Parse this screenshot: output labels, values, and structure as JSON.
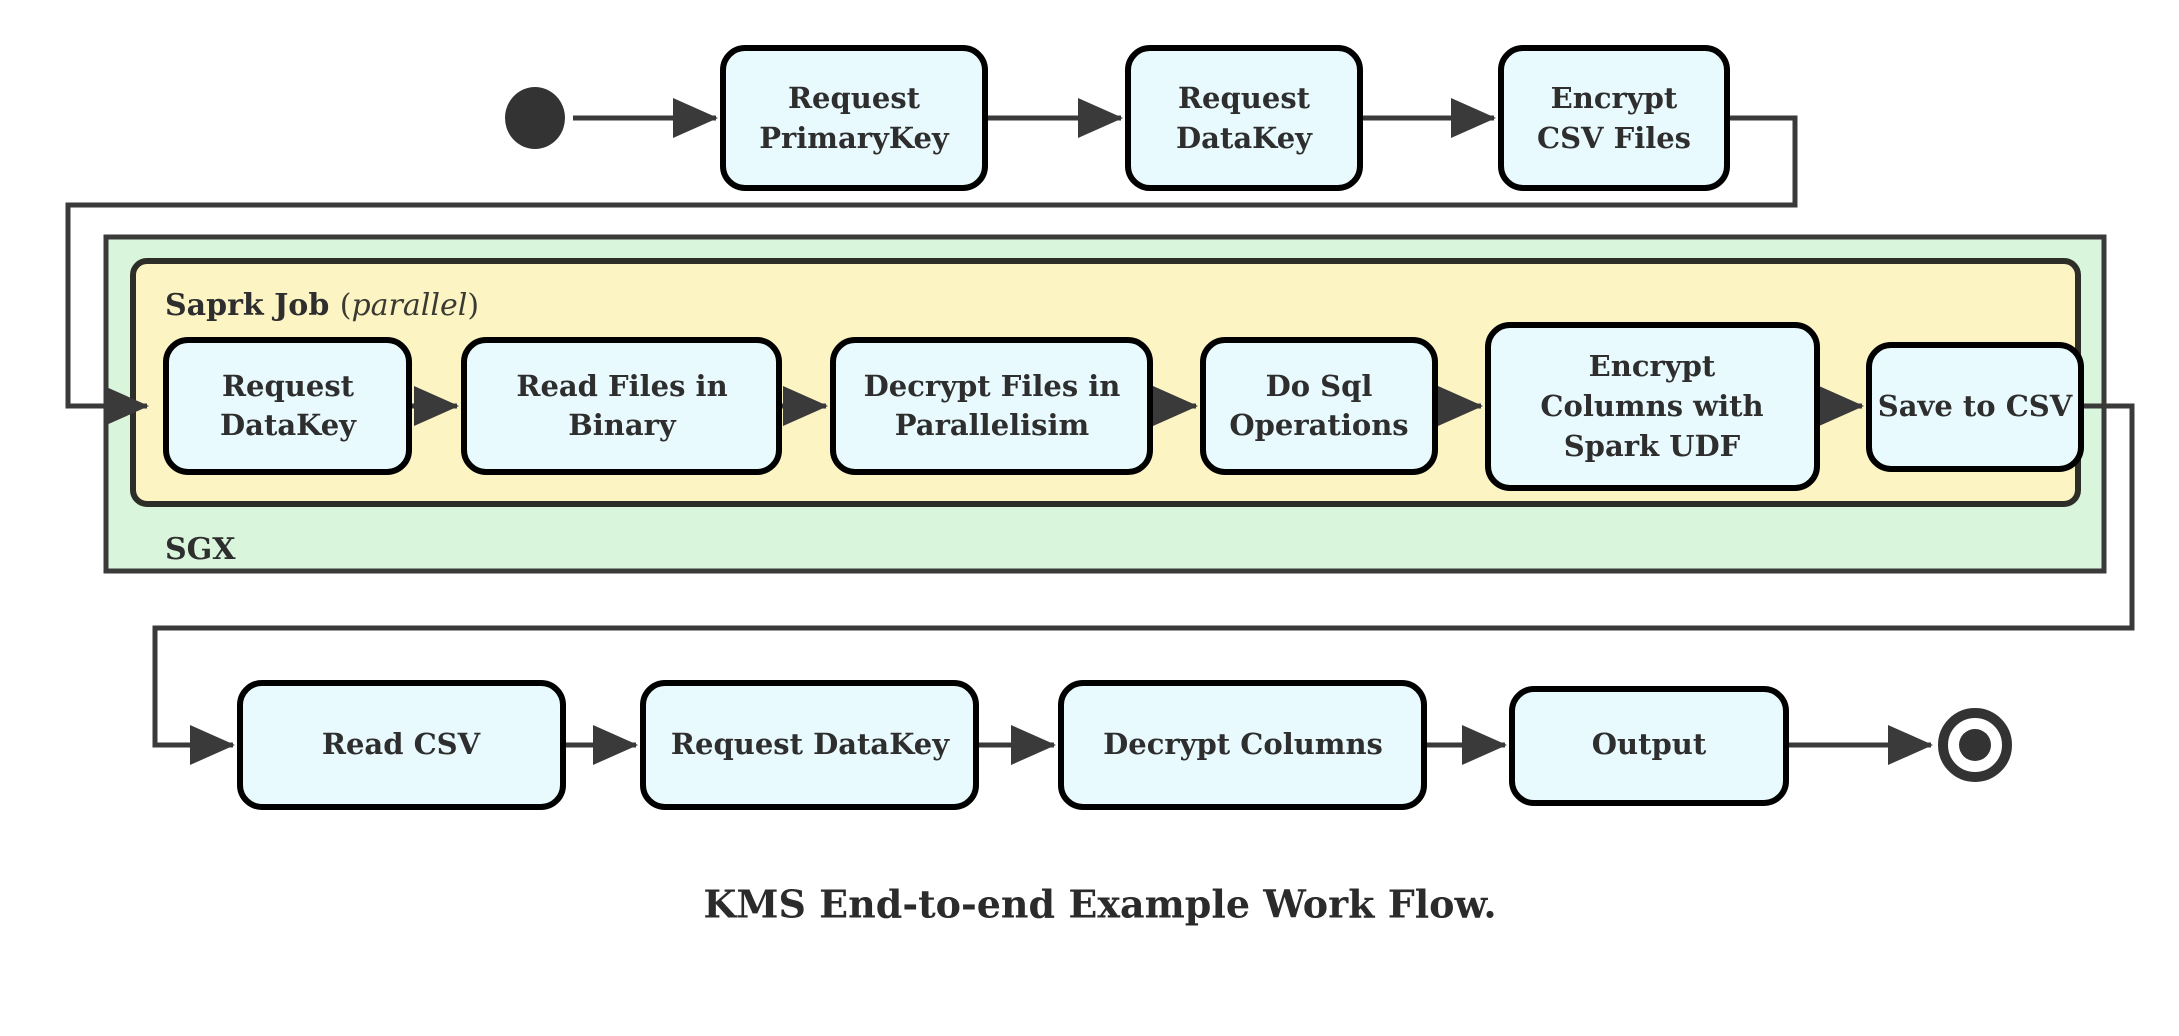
{
  "diagram": {
    "caption": "KMS End-to-end Example Work Flow.",
    "colors": {
      "node_fill": "#e8fafd",
      "node_stroke": "#000000",
      "sgx_fill": "#d9f5dc",
      "sgx_stroke": "#3a3a3a",
      "spark_fill": "#fcf4c3",
      "spark_stroke": "#2e2e28",
      "wire": "#3a3a3a",
      "text": "#2e2e2e",
      "start_marker": "#333333",
      "end_marker": "#333333"
    },
    "markers": {
      "start": "start-state-dot",
      "end": "final-state-bullseye"
    },
    "containers": {
      "sgx": {
        "label": "SGX",
        "label_position": "bottom-left"
      },
      "spark": {
        "label_bold": "Saprk Job",
        "label_paren_open": "(",
        "label_italic": "parallel",
        "label_paren_close": ")",
        "label_position": "top-left"
      }
    },
    "rows": {
      "top": {
        "name": "top-flow-row",
        "nodes": [
          {
            "id": "request-primarykey",
            "lines": [
              "Request",
              "PrimaryKey"
            ]
          },
          {
            "id": "request-datakey-top",
            "lines": [
              "Request",
              "DataKey"
            ]
          },
          {
            "id": "encrypt-csv-files",
            "lines": [
              "Encrypt",
              "CSV Files"
            ]
          }
        ]
      },
      "spark": {
        "name": "spark-job-row",
        "nodes": [
          {
            "id": "request-datakey-spark",
            "lines": [
              "Request",
              "DataKey"
            ]
          },
          {
            "id": "read-files-in-binary",
            "lines": [
              "Read Files in",
              "Binary"
            ]
          },
          {
            "id": "decrypt-files-in-parallelisim",
            "lines": [
              "Decrypt Files in",
              "Parallelisim"
            ]
          },
          {
            "id": "do-sql-operations",
            "lines": [
              "Do Sql",
              "Operations"
            ]
          },
          {
            "id": "encrypt-columns-with-spark-udf",
            "lines": [
              "Encrypt",
              "Columns with",
              "Spark UDF"
            ]
          },
          {
            "id": "save-to-csv",
            "lines": [
              "Save to CSV"
            ]
          }
        ]
      },
      "bottom": {
        "name": "bottom-flow-row",
        "nodes": [
          {
            "id": "read-csv",
            "lines": [
              "Read CSV"
            ]
          },
          {
            "id": "request-datakey-bottom",
            "lines": [
              "Request DataKey"
            ]
          },
          {
            "id": "decrypt-columns",
            "lines": [
              "Decrypt Columns"
            ]
          },
          {
            "id": "output",
            "lines": [
              "Output"
            ]
          }
        ]
      }
    },
    "flow_sequence": [
      "start",
      "Request PrimaryKey",
      "Request DataKey",
      "Encrypt CSV Files",
      "Request DataKey",
      "Read Files in Binary",
      "Decrypt Files in Parallelisim",
      "Do Sql Operations",
      "Encrypt Columns with Spark UDF",
      "Save to CSV",
      "Read CSV",
      "Request DataKey",
      "Decrypt Columns",
      "Output",
      "end"
    ]
  }
}
